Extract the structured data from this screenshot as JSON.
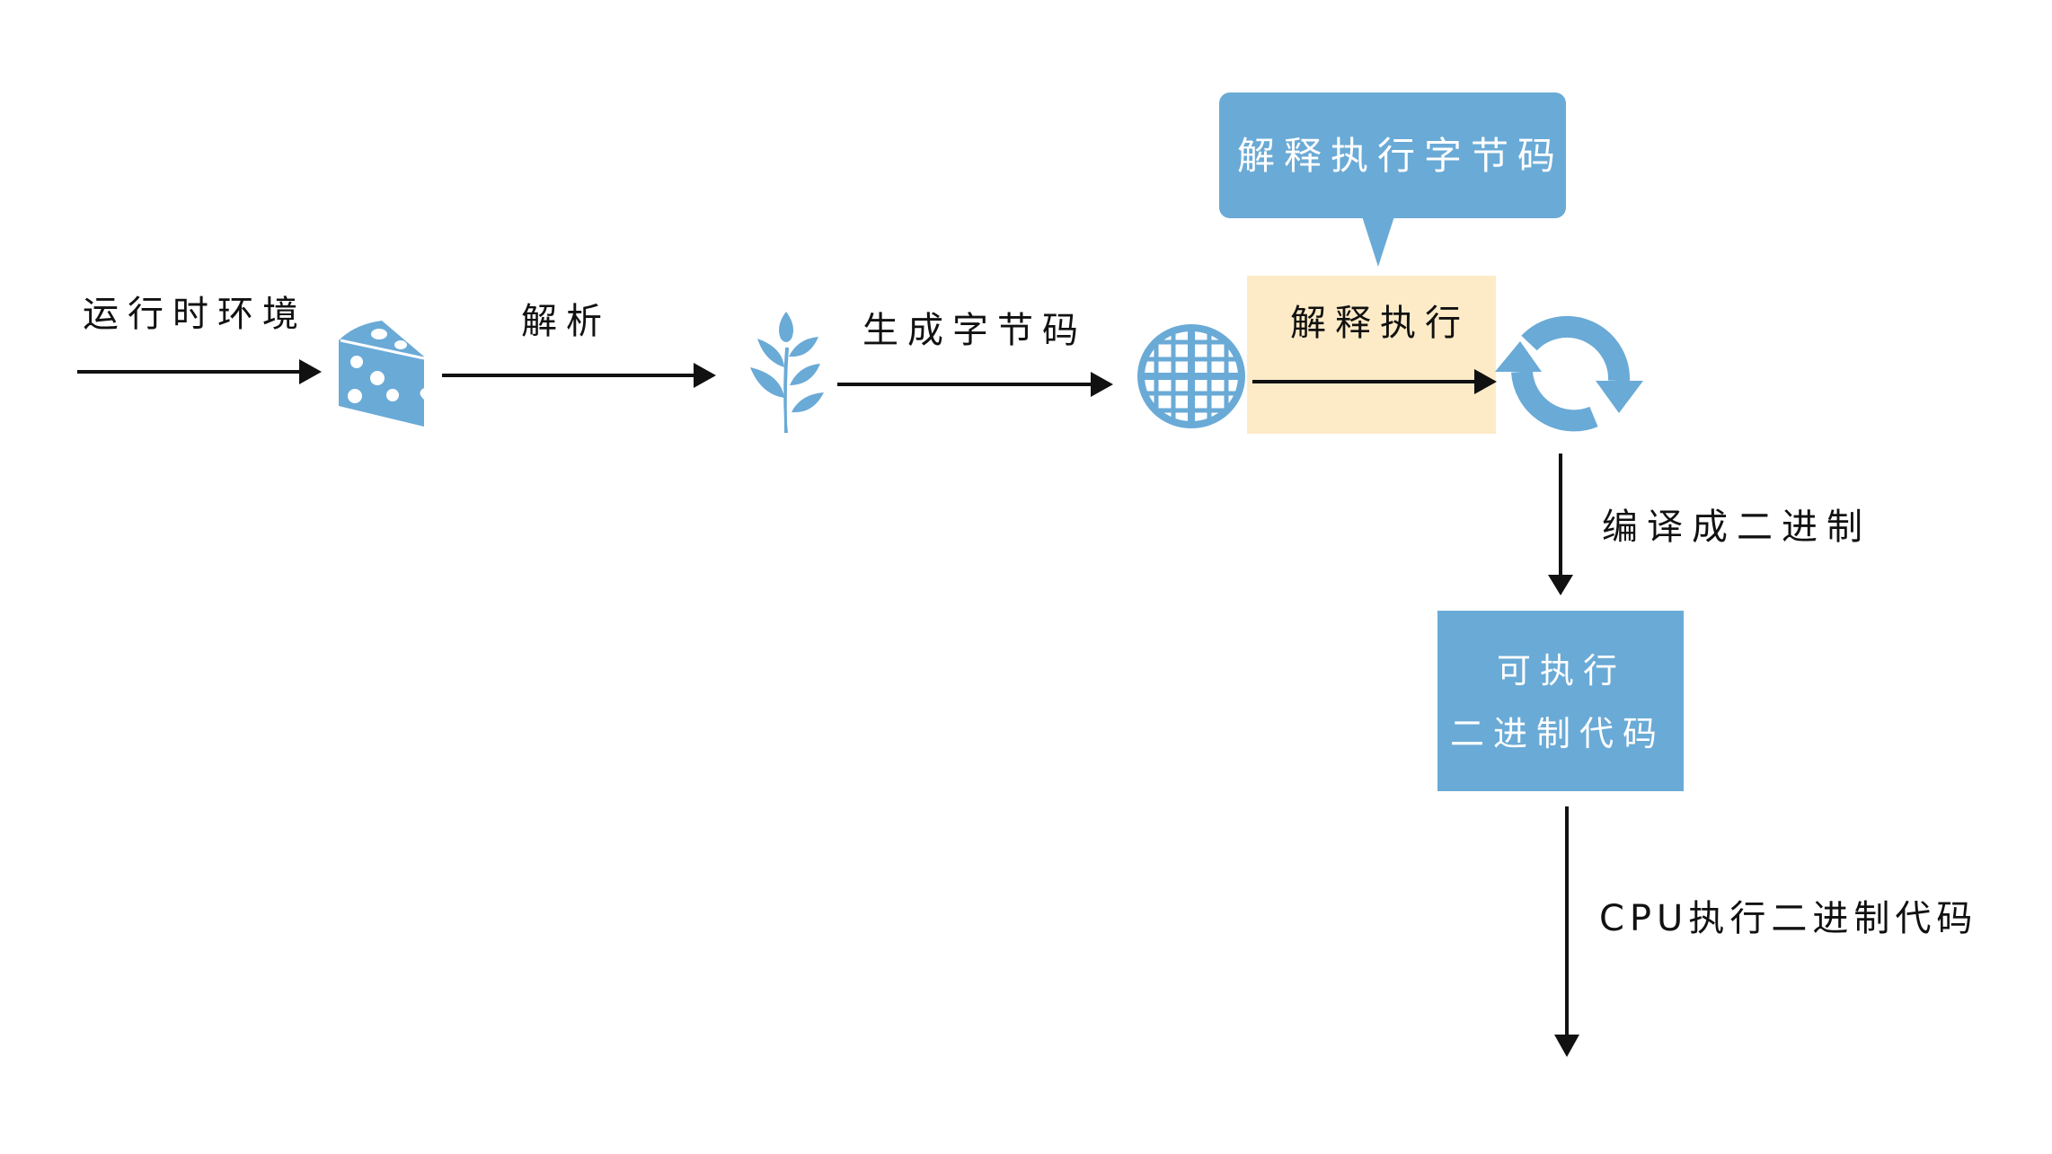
{
  "colors": {
    "accent_blue": "#6aaad6",
    "highlight_yellow": "#fdebc7",
    "arrow": "#111111",
    "text_dark": "#111111",
    "text_light": "#ffffff"
  },
  "flow": {
    "step1_label": "运行时环境",
    "step2_label": "解析",
    "step3_label": "生成字节码",
    "step4_label": "解释执行",
    "callout_label": "解释执行字节码",
    "step5_label": "编译成二进制",
    "binary_box_line1": "可执行",
    "binary_box_line2": "二进制代码",
    "step6_label": "CPU执行二进制代码"
  },
  "icons": {
    "runtime": "cheese-icon",
    "parse": "plant-icon",
    "bytecode": "waffle-icon",
    "loop": "refresh-icon"
  }
}
